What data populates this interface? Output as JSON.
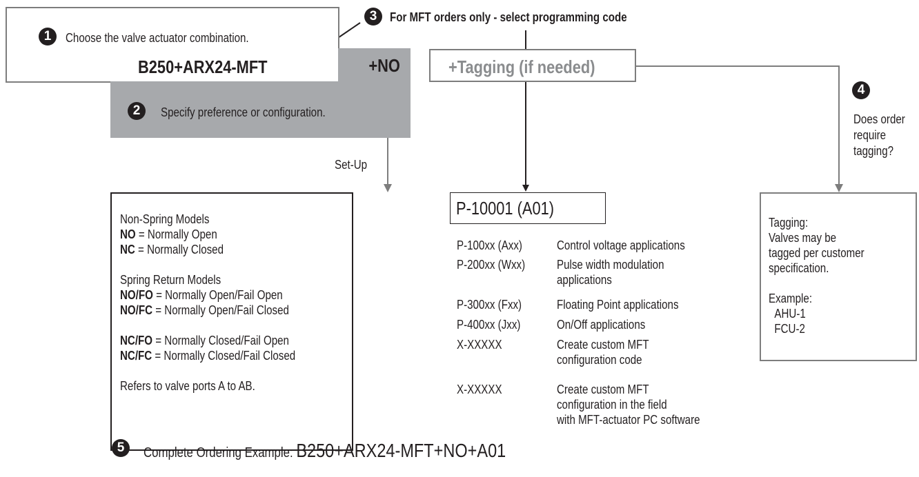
{
  "steps": {
    "step1": {
      "number": "1",
      "text": "Choose the valve actuator combination."
    },
    "step2": {
      "number": "2",
      "text": "Specify preference or configuration."
    },
    "step3": {
      "number": "3",
      "text": "For MFT orders only - select programming code"
    },
    "step4": {
      "number": "4",
      "lines": [
        "Does order",
        "require",
        "tagging?"
      ]
    },
    "step5": {
      "number": "5",
      "label": "Complete Ordering Example",
      "value": "B250+ARX24-MFT+NO+A01"
    }
  },
  "model_bar": {
    "model": "B250+ARX24-MFT",
    "option": "+NO",
    "tagging": "+Tagging (if needed)"
  },
  "setup_label": "Set-Up",
  "setup_box": {
    "non_spring_title": "Non-Spring Models",
    "no_code": "NO",
    "no_desc": " = Normally Open",
    "nc_code": "NC",
    "nc_desc": " = Normally Closed",
    "spring_title": "Spring Return Models",
    "nofo_code": "NO/FO",
    "nofo_desc": " = Normally Open/Fail Open",
    "nofc_code": "NO/FC",
    "nofc_desc": " = Normally Open/Fail Closed",
    "ncfo_code": "NC/FO",
    "ncfo_desc": " = Normally Closed/Fail Open",
    "ncfc_code": "NC/FC",
    "ncfc_desc": " = Normally Closed/Fail Closed",
    "note": "Refers to valve ports A to AB."
  },
  "programming": {
    "example_code": "P-10001 (A01)",
    "rows": [
      {
        "code": "P-100xx (Axx)",
        "desc": [
          "Control voltage applications"
        ]
      },
      {
        "code": "P-200xx (Wxx)",
        "desc": [
          "Pulse width modulation",
          "applications"
        ]
      },
      {
        "code": "P-300xx (Fxx)",
        "desc": [
          "Floating Point applications"
        ]
      },
      {
        "code": "P-400xx (Jxx)",
        "desc": [
          "On/Off applications"
        ]
      },
      {
        "code": "X-XXXXX",
        "desc": [
          "Create custom MFT",
          "configuration code"
        ]
      },
      {
        "code": "X-XXXXX",
        "desc": [
          "Create custom MFT",
          "configuration in the field",
          "with MFT-actuator PC software"
        ]
      }
    ]
  },
  "tagging_box": {
    "title": "Tagging:",
    "lines": [
      "Valves may be",
      "tagged per customer",
      "specification."
    ],
    "example_label": "Example:",
    "examples": [
      "AHU-1",
      "FCU-2"
    ]
  },
  "colors": {
    "dark": "#231f20",
    "grey_fill": "#a7a9ac",
    "grey_line": "#7d7d7d",
    "tag_text": "#8a8c8e"
  }
}
